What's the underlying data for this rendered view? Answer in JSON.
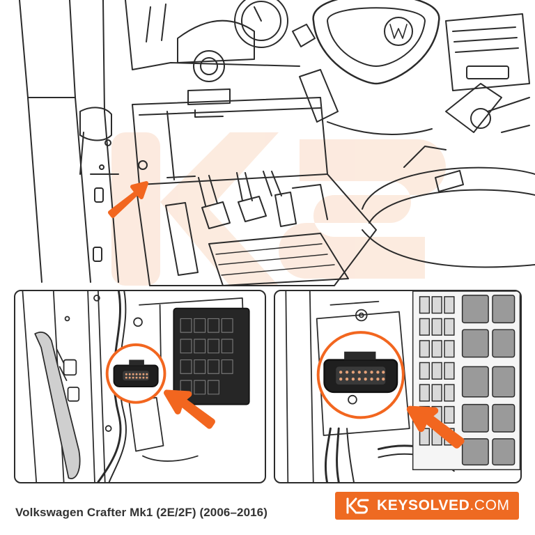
{
  "caption": "Volkswagen Crafter Mk1 (2E/2F) (2006–2016)",
  "brand": {
    "name": "KEYSOLVED",
    "suffix": ".COM",
    "logo_icon": "ks-logo-icon",
    "background_color": "#ee6a22"
  },
  "colors": {
    "accent_orange": "#f2661f",
    "line": "#2b2b2b",
    "watermark": "#fbe2d2"
  },
  "icons": {
    "vw_emblem": "vw-logo-icon",
    "arrow": "arrow-icon"
  }
}
